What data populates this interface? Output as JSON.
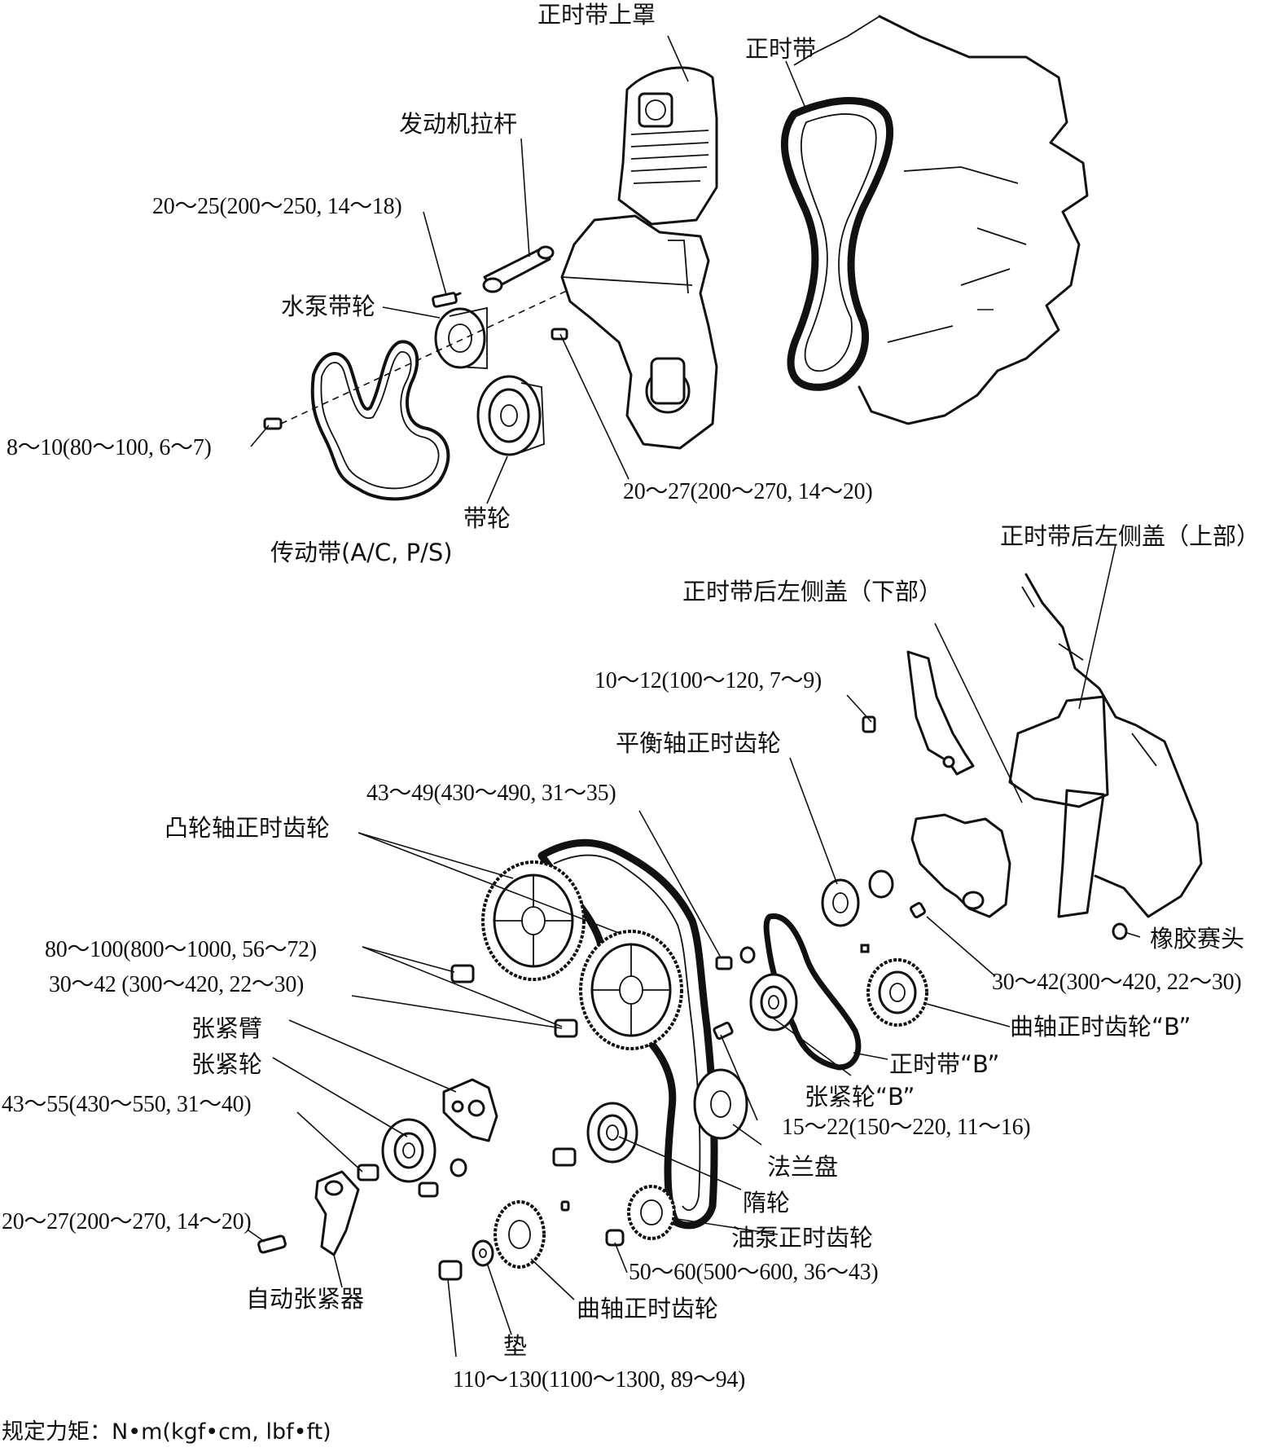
{
  "upper_assembly": {
    "timing_belt_upper_cover": "正时带上罩",
    "timing_belt": "正时带",
    "engine_support_rod": "发动机拉杆",
    "torque_water_pump_pulley_bolt": "20～25(200～250, 14～18)",
    "water_pump_pulley": "水泵带轮",
    "torque_drive_belt_bolt": "8～10(80～100, 6～7)",
    "drive_belt": "传动带(A/C, P/S)",
    "pulley": "带轮",
    "torque_water_pump_bolt": "20～27(200～270, 14～20)"
  },
  "lower_assembly": {
    "rear_left_cover_upper": "正时带后左侧盖（上部）",
    "rear_left_cover_lower": "正时带后左侧盖（下部）",
    "torque_cover_bolt": "10～12(100～120, 7～9)",
    "balance_shaft_sprocket": "平衡轴正时齿轮",
    "torque_camshaft_bolt": "43～49(430～490, 31～35)",
    "camshaft_sprocket": "凸轮轴正时齿轮",
    "torque_sprocket_bolt": "80～100(800～1000, 56～72)",
    "torque_tensioner_arm_bolt": "30～42 (300～420, 22～30)",
    "tensioner_arm": "张紧臂",
    "tensioner_pulley": "张紧轮",
    "torque_tensioner_pulley_bolt": "43～55(430～550, 31～40)",
    "torque_auto_tensioner_bolt": "20～27(200～270, 14～20)",
    "auto_tensioner": "自动张紧器",
    "rubber_plug": "橡胶赛头",
    "torque_balance_bolt": "30～42(300～420, 22～30)",
    "crankshaft_sprocket_b": "曲轴正时齿轮“B”",
    "timing_belt_b": "正时带“B”",
    "tensioner_b": "张紧轮“B”",
    "torque_tensioner_b_bolt": "15～22(150～220, 11～16)",
    "flange": "法兰盘",
    "idler_pulley": "隋轮",
    "oil_pump_sprocket": "油泵正时齿轮",
    "torque_oil_pump_nut": "50～60(500～600, 36～43)",
    "crankshaft_sprocket": "曲轴正时齿轮",
    "washer": "垫",
    "torque_crankshaft_bolt": "110～130(1100～1300, 89～94)"
  },
  "footnote": "规定力矩：N•m(kgf•cm, lbf•ft)"
}
